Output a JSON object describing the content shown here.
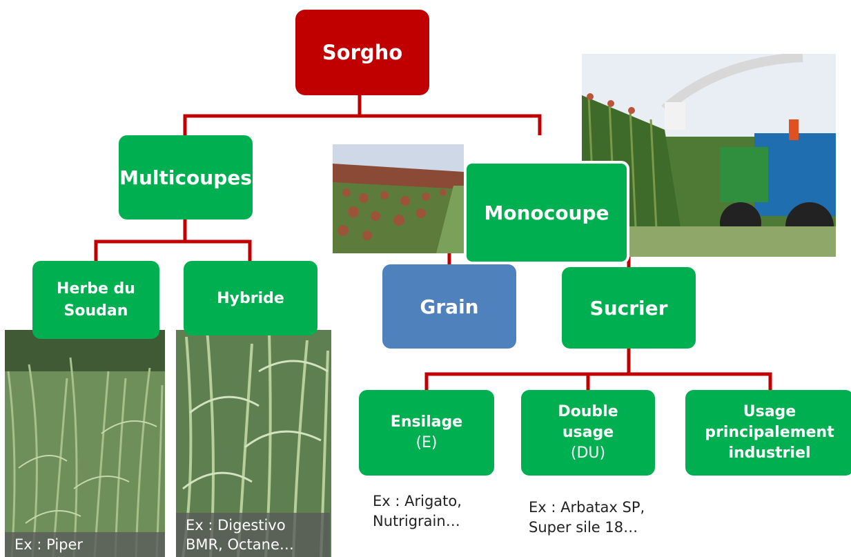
{
  "root": {
    "label": "Sorgho"
  },
  "multicoupes": {
    "label": "Multicoupes",
    "herbe": {
      "label": "Herbe du Soudan",
      "example": "Ex : Piper"
    },
    "hybride": {
      "label": "Hybride",
      "example": "Ex : Digestivo BMR, Octane…"
    }
  },
  "monocoupe": {
    "label": "Monocoupe",
    "grain": {
      "label": "Grain"
    },
    "sucrier": {
      "label": "Sucrier",
      "ensilage": {
        "label": "Ensilage",
        "abbr": "(E)",
        "example": "Ex : Arigato, Nutrigrain…"
      },
      "double_usage": {
        "label": "Double usage",
        "abbr": "(DU)",
        "example": "Ex : Arbatax SP, Super sile 18…"
      },
      "industriel": {
        "label": "Usage principalement industriel"
      }
    }
  },
  "colors": {
    "connector": "#c00000",
    "root": "#c00000",
    "node": "#00b050",
    "grain": "#4f81bd"
  }
}
